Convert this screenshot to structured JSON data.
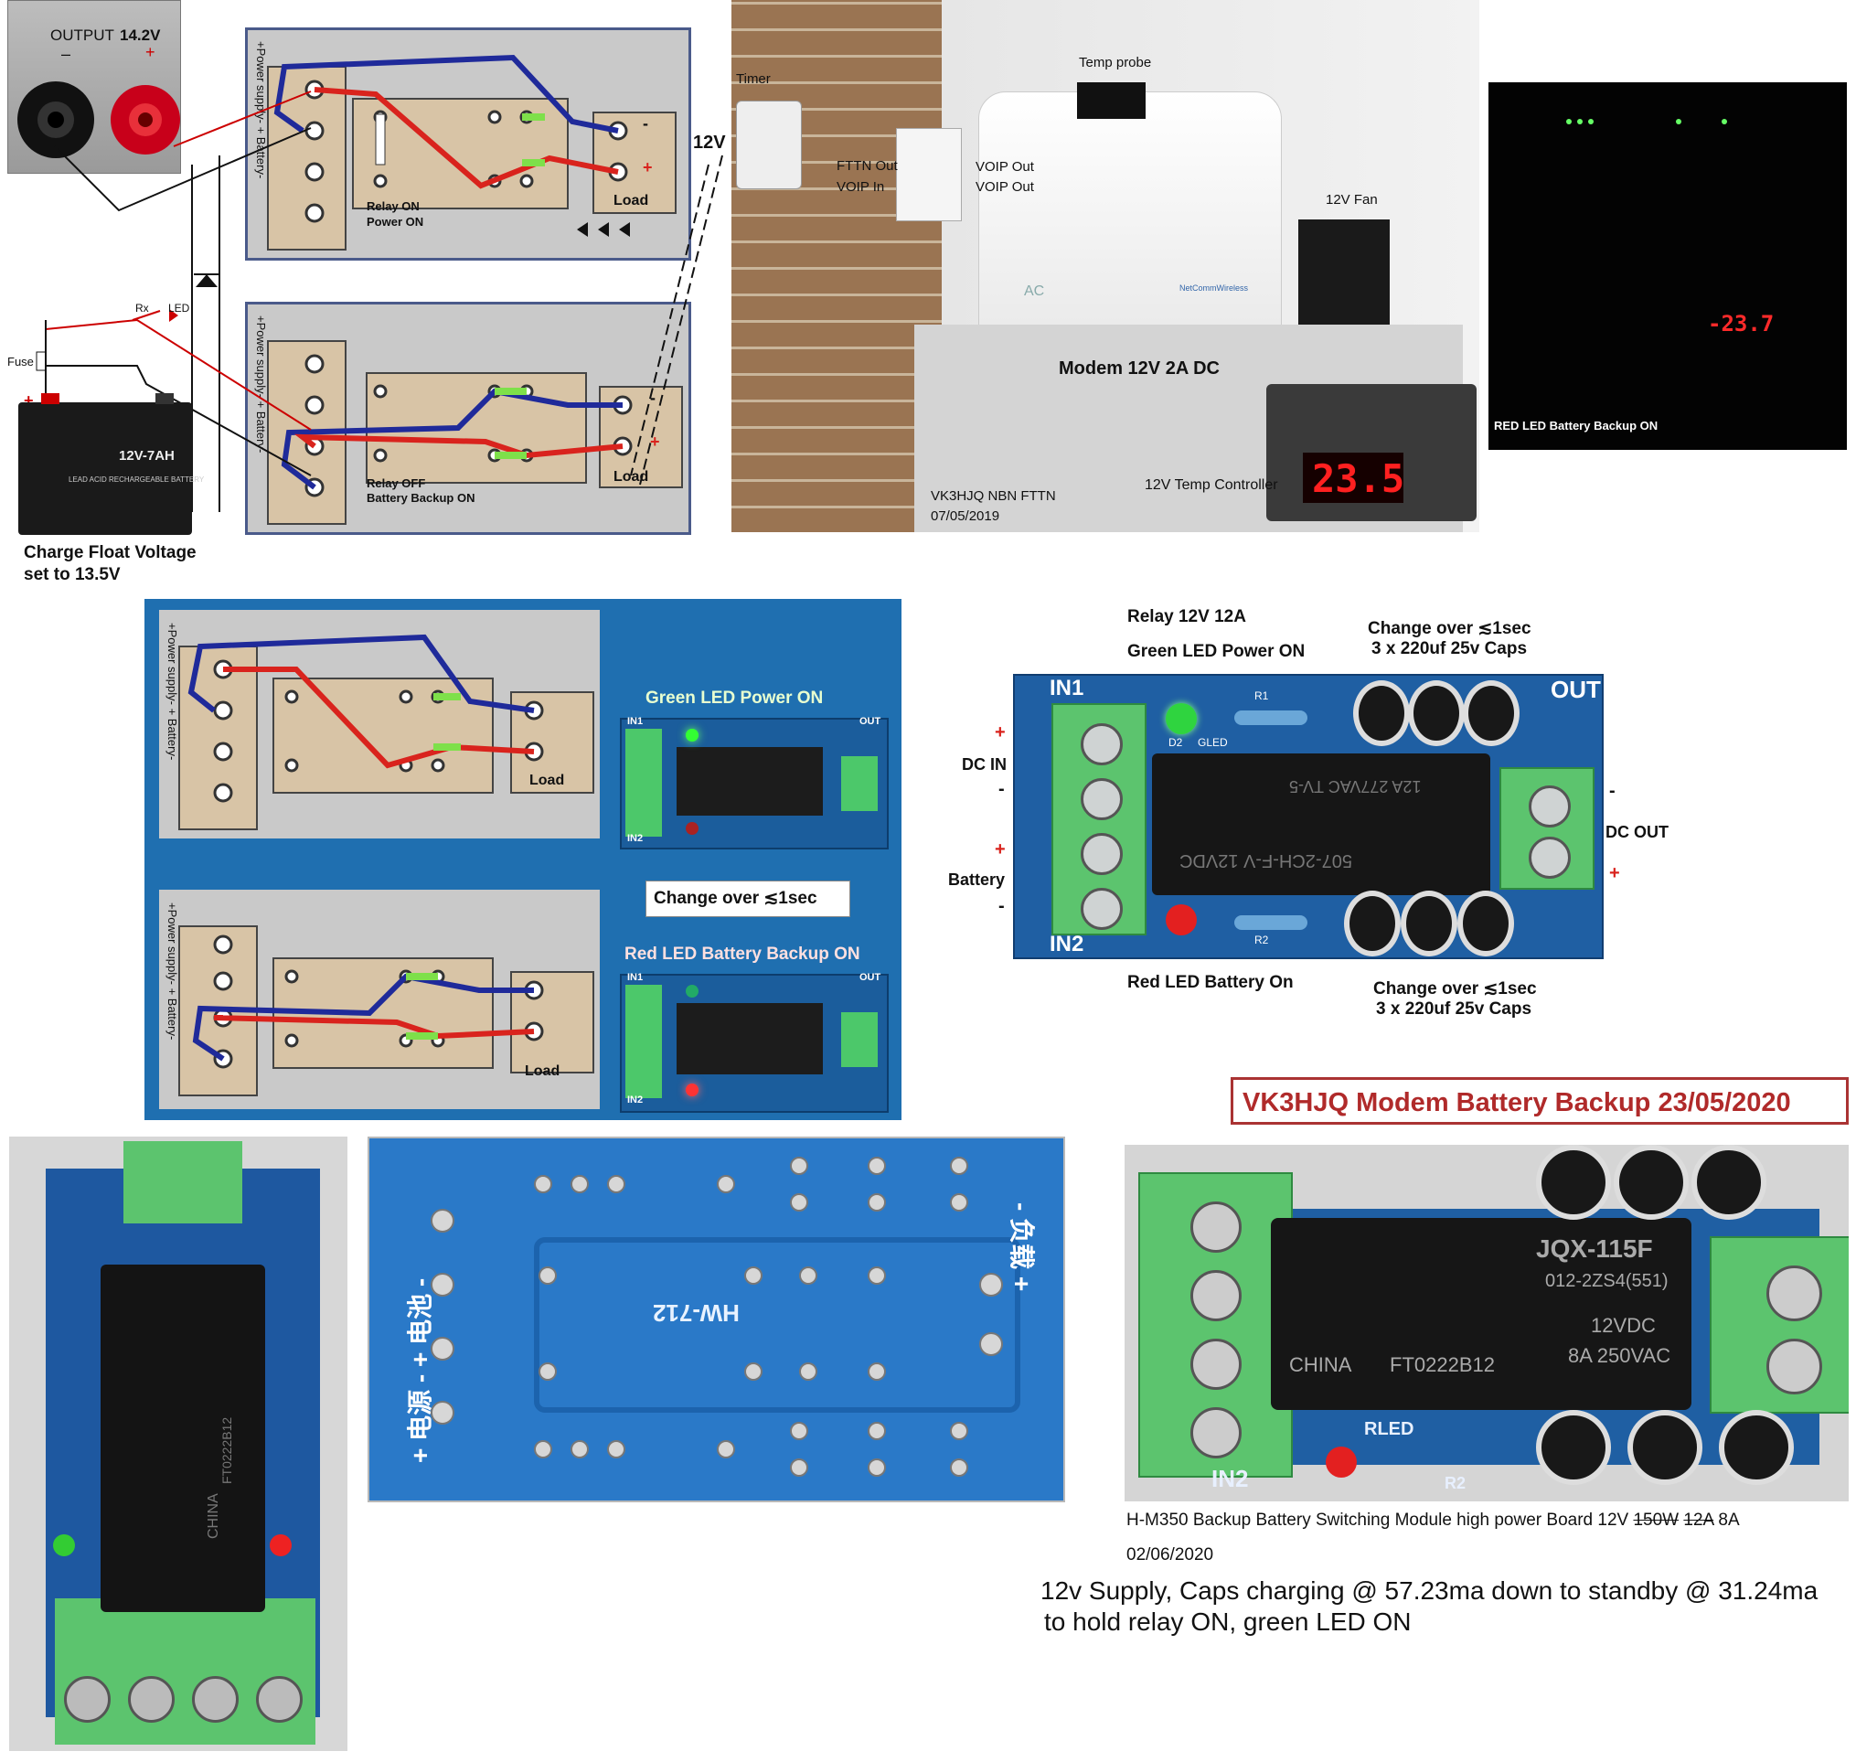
{
  "psu": {
    "output_label": "OUTPUT",
    "voltage": "14.2V",
    "minus": "–",
    "plus": "+"
  },
  "top_diagram": {
    "relay_on": "Relay ON",
    "power_on": "Power ON",
    "load": "Load",
    "side_label": "+Power supply-  + Battery-",
    "minus": "-",
    "plus": "+"
  },
  "bottom_diagram": {
    "relay_off": "Relay OFF",
    "battery_backup_on": "Battery Backup ON",
    "load": "Load",
    "side_label": "+Power supply-  + Battery-",
    "minus": "-",
    "plus": "+"
  },
  "battery_circuit": {
    "fuse": "Fuse",
    "rx": "Rx",
    "led": "LED",
    "plus": "+",
    "battery_label": "12V-7AH",
    "battery_sub": "LEAD ACID RECHARGEABLE BATTERY",
    "caption_line1": "Charge Float Voltage",
    "caption_line2": "set to 13.5V"
  },
  "v12_label": "12V",
  "photo_modem": {
    "timer": "Timer",
    "temp_probe": "Temp probe",
    "fttn_out": "FTTN Out",
    "voip_in": "VOIP In",
    "voip_out1": "VOIP Out",
    "voip_out2": "VOIP Out",
    "fan": "12V Fan",
    "modem": "Modem 12V 2A DC",
    "brand": "NetCommWireless",
    "ac_logo": "AC",
    "temp_controller": "12V Temp Controller",
    "credit_line1": "VK3HJQ NBN FTTN",
    "credit_line2": "07/05/2019",
    "temp_display": "23.5"
  },
  "dark_photo": {
    "caption": "RED LED Battery Backup ON",
    "display": "-23.7"
  },
  "blue_panel": {
    "green_led": "Green LED Power ON",
    "changeover": "Change over ≲1sec",
    "red_led": "Red LED Battery Backup ON",
    "load_top": "Load",
    "load_bottom": "Load",
    "side_label": "+Power supply-  + Battery-",
    "in1": "IN1",
    "in2": "IN2",
    "out": "OUT"
  },
  "module": {
    "relay": "Relay 12V 12A",
    "green_led": "Green LED Power ON",
    "caps_top_line1": "Change over ≲1sec",
    "caps_top_line2": "3 x 220uf 25v Caps",
    "dc_in": "DC IN",
    "battery": "Battery",
    "dc_out": "DC OUT",
    "red_led": "Red LED Battery On",
    "caps_bottom_line1": "Change over ≲1sec",
    "caps_bottom_line2": "3 x 220uf 25v Caps",
    "in1": "IN1",
    "in2": "IN2",
    "out": "OUT",
    "r1": "R1",
    "r2": "R2",
    "d2": "D2",
    "gled": "GLED",
    "relay_text1": "507-2CH-F-V 12VDC",
    "relay_text2": "12A 277VAC TV-5",
    "plus": "+",
    "minus": "-"
  },
  "title_box": "VK3HJQ Modem Battery Backup 23/05/2020",
  "pcb_back": {
    "label_center": "HW-712",
    "label_left": "+ 电源 -  + 电池 -",
    "label_right": "- 负载 +"
  },
  "board_photo": {
    "relay_model": "JQX-115F",
    "relay_code": "012-2ZS4(551)",
    "relay_voltage": "12VDC",
    "relay_rating": "8A 250VAC",
    "relay_lot": "FT0222B12",
    "china": "CHINA",
    "in2": "IN2",
    "rled": "RLED",
    "r2": "R2",
    "caption_prefix": "H-M350 Backup Battery Switching Module high power Board 12V ",
    "caption_struck1": "150W",
    "caption_struck2": "12A",
    "caption_suffix": " 8A",
    "date": "02/06/2020",
    "note_line1": "12v Supply, Caps charging @ 57.23ma down to standby @ 31.24ma",
    "note_line2": "to hold relay ON, green LED ON"
  },
  "vertical_board": {
    "china": "CHINA",
    "code": "FT0222B12"
  }
}
